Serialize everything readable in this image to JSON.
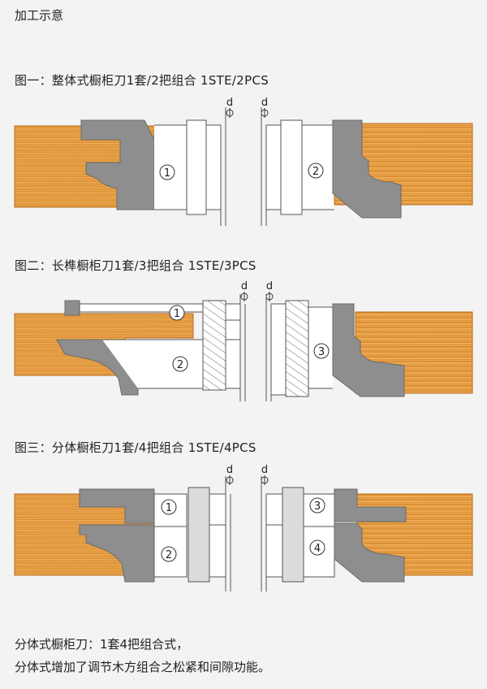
{
  "page": {
    "title": "加工示意"
  },
  "figures": [
    {
      "title": "图一：整体式橱柜刀1套/2把组合 1STE/2PCS",
      "tool_numbers": [
        "1",
        "2"
      ],
      "axis_label": "d"
    },
    {
      "title": "图二：长榫橱柜刀1套/3把组合 1STE/3PCS",
      "tool_numbers": [
        "1",
        "2",
        "3"
      ],
      "axis_label": "d"
    },
    {
      "title": "图三：分体橱柜刀1套/4把组合 1STE/4PCS",
      "tool_numbers": [
        "1",
        "2",
        "3",
        "4"
      ],
      "axis_label": "d"
    }
  ],
  "footer": {
    "line1": "分体式橱柜刀：1套4把组合式，",
    "line2": "分体式增加了调节木方组合之松紧和间隙功能。"
  },
  "colors": {
    "wood_light": "#e9a24a",
    "wood_dark": "#c9731f",
    "cutter": "#8e8e8e",
    "cutter_edge": "#6a6a6a",
    "tool_body": "#ffffff",
    "line": "#555555"
  }
}
